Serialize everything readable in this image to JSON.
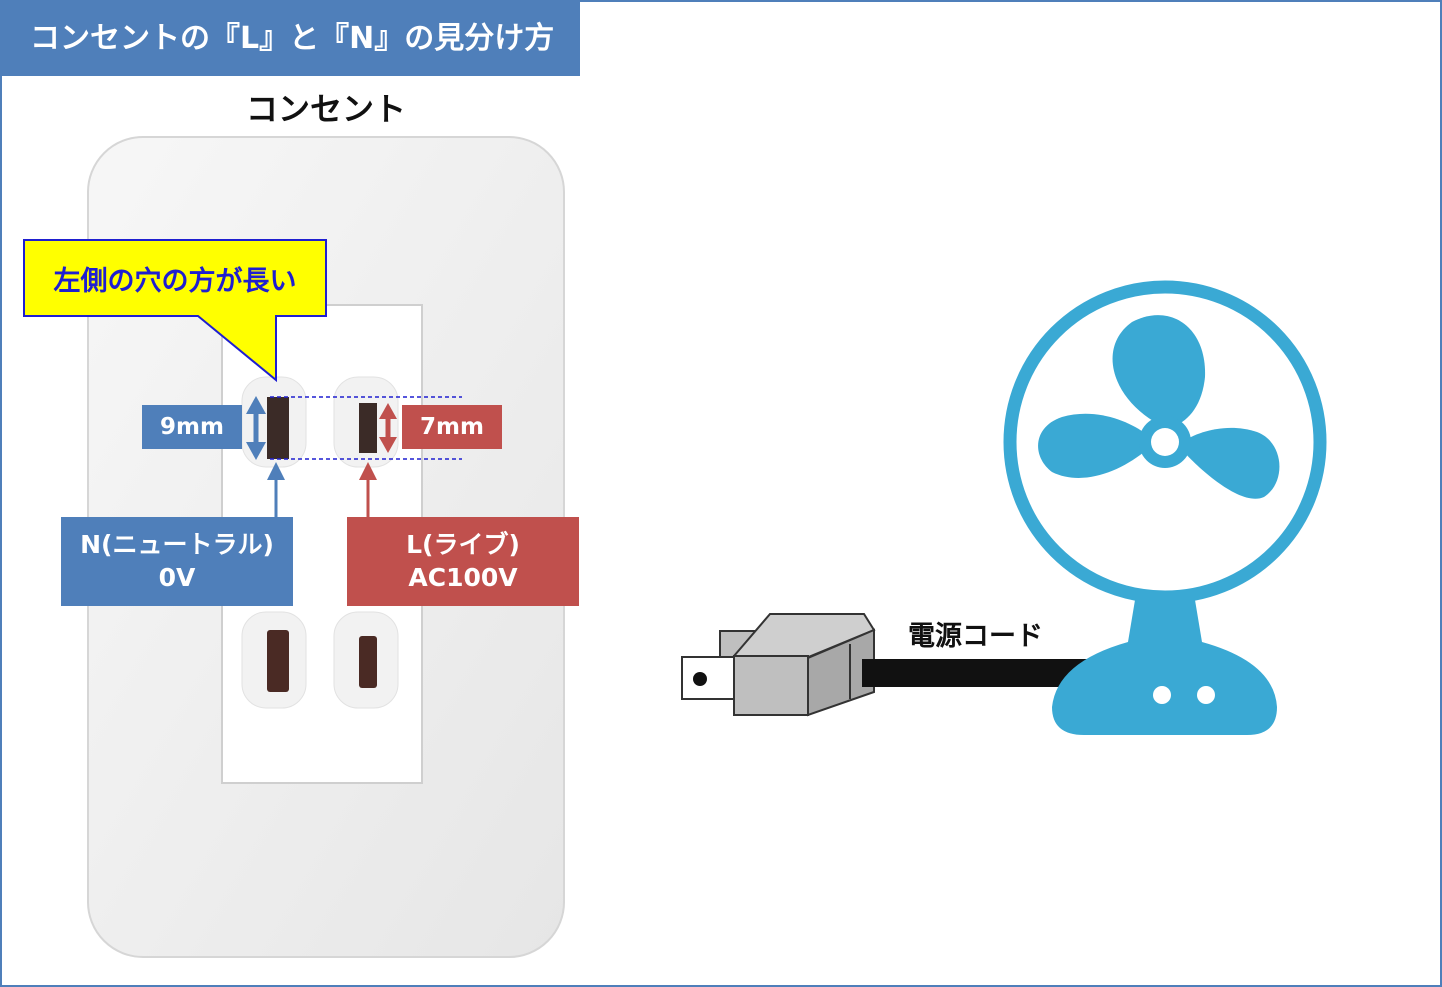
{
  "title": "コンセントの『L』と『N』の見分け方",
  "outlet_heading": "コンセント",
  "callout": "左側の穴の方が長い",
  "left_size": "9mm",
  "right_size": "7mm",
  "neutral": {
    "name": "N(ニュートラル)",
    "voltage": "0V"
  },
  "live": {
    "name": "L(ライブ)",
    "voltage": "AC100V"
  },
  "cord_label": "電源コード",
  "colors": {
    "blue_accent": "#4f7fba",
    "red_accent": "#c0504d",
    "fan": "#3aa9d4",
    "callout_fill": "#ffff00",
    "callout_text": "#1f1fd0"
  },
  "icons": [
    "wall-outlet",
    "power-plug-icon",
    "electric-fan-icon"
  ]
}
